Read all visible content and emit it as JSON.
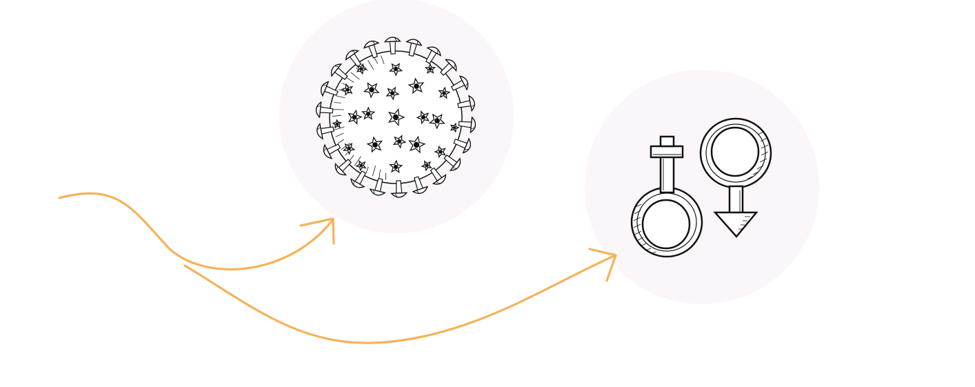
{
  "colors": {
    "background": "#ffffff",
    "circle_fill": "#fbf6f9",
    "arrow": "#f5b25a",
    "ink": "#111111"
  },
  "nodes": [
    {
      "id": "virus",
      "icon": "coronavirus-icon"
    },
    {
      "id": "sex",
      "icon": "gender-symbols-icon"
    }
  ],
  "arrows": [
    {
      "from": "source",
      "to": "virus"
    },
    {
      "from": "source",
      "to": "sex"
    }
  ]
}
